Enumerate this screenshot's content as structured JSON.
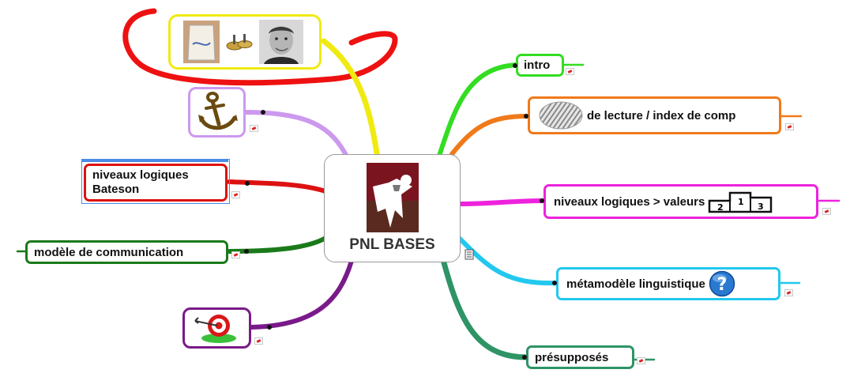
{
  "central": {
    "title": "PNL BASES"
  },
  "branches": {
    "intro": {
      "label": "intro",
      "color": "#33dd22"
    },
    "lecture": {
      "label": "de lecture / index de comp",
      "color": "#f07a1a",
      "icon": "striped-ellipse-icon"
    },
    "niveaux_valeurs": {
      "label": "niveaux logiques > valeurs",
      "color": "#ee22dd",
      "icon": "podium-icon"
    },
    "metamodele": {
      "label": "métamodèle linguistique",
      "color": "#22c8ee",
      "icon": "question-icon"
    },
    "presupposes": {
      "label": "présupposés",
      "color": "#2e9466"
    },
    "images": {
      "color": "#f0ea10",
      "icons": [
        "coffee-filter-icon",
        "cymbals-icon",
        "portrait-photo-icon"
      ]
    },
    "anchor": {
      "color": "#cc99ee",
      "icon": "anchor-icon"
    },
    "niveaux_bateson": {
      "label_line1": "niveaux logiques",
      "label_line2": "Bateson",
      "color": "#dd1111"
    },
    "communication": {
      "label": "modèle de communication",
      "color": "#1a7a1a"
    },
    "target": {
      "color": "#7a1a8a",
      "icon": "target-icon"
    }
  },
  "annotation": {
    "color": "#ee1111"
  }
}
